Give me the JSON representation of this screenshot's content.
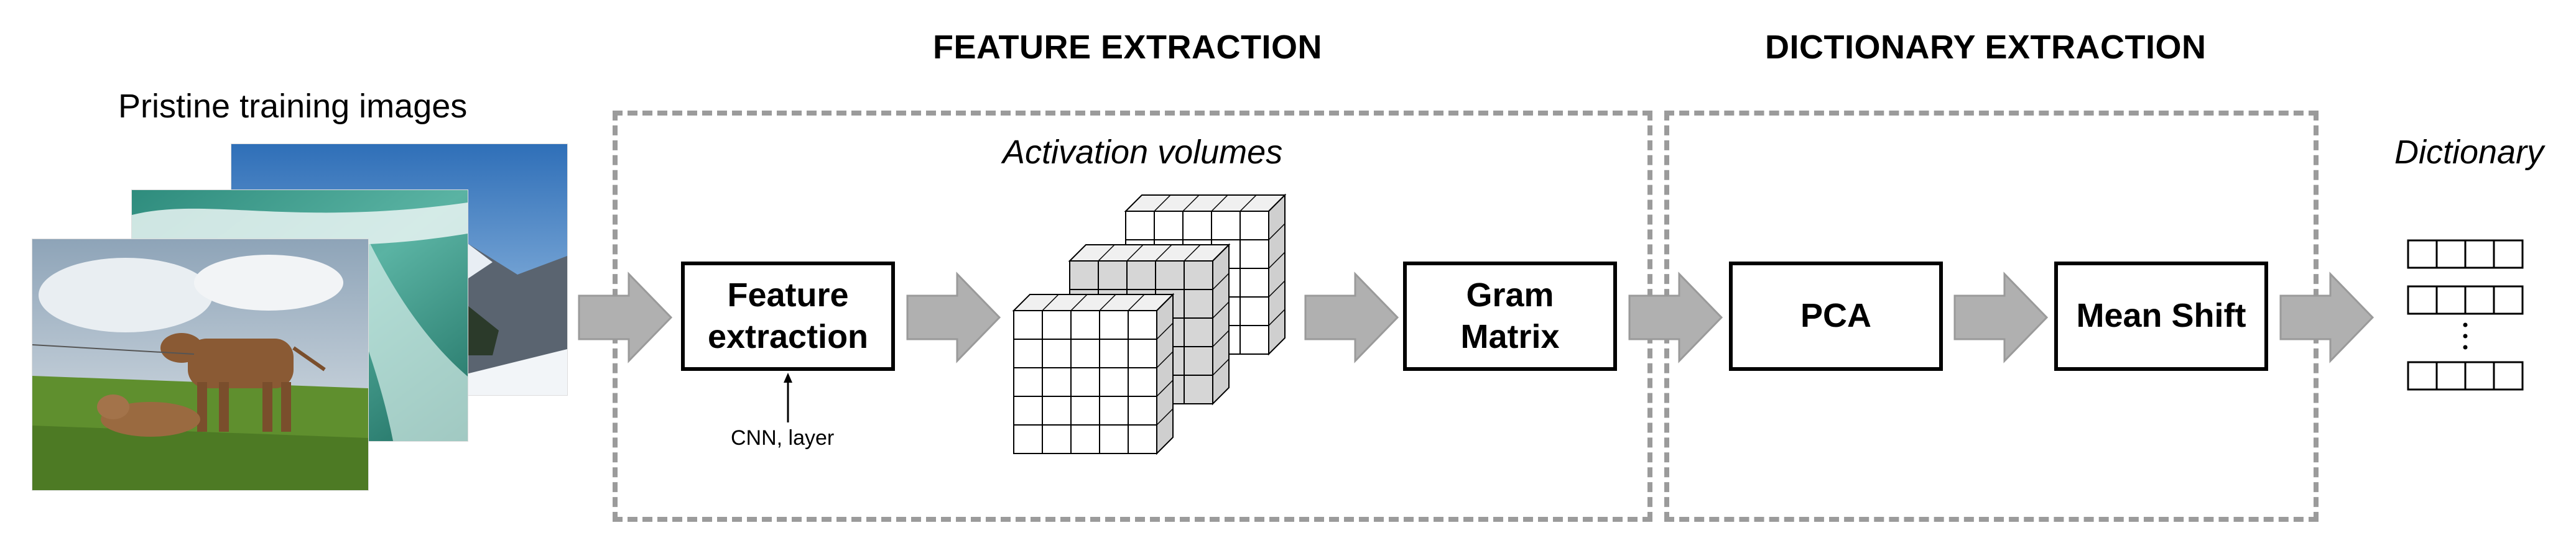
{
  "headings": {
    "feature_extraction": "FEATURE EXTRACTION",
    "dictionary_extraction": "DICTIONARY EXTRACTION"
  },
  "labels": {
    "pristine_images": "Pristine training images",
    "activation_volumes": "Activation volumes",
    "dictionary": "Dictionary",
    "cnn_layer": "CNN, layer"
  },
  "boxes": {
    "feature_extraction_line1": "Feature",
    "feature_extraction_line2": "extraction",
    "gram_line1": "Gram",
    "gram_line2": "Matrix",
    "pca": "PCA",
    "mean_shift": "Mean Shift"
  },
  "colors": {
    "arrow_fill": "#b0b0b0",
    "arrow_stroke": "#9a9a9a",
    "dash_border": "#9b9b9b",
    "cube_back_fill": "#d6d6d6",
    "cube_front_fill": "#ffffff"
  },
  "icons": {
    "flow_arrow": "block-arrow-right",
    "input_arrow": "thin-arrow-up",
    "dictionary_ellipsis": "vertical-dots"
  },
  "images": [
    {
      "subject": "mountain landscape with blue sky and snow"
    },
    {
      "subject": "waterfall"
    },
    {
      "subject": "cows on a green pasture under cloudy sky"
    }
  ]
}
